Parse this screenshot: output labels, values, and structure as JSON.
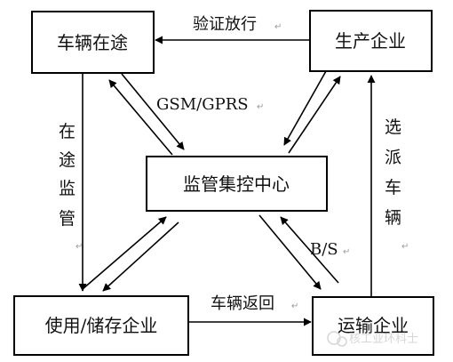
{
  "nodes": {
    "vehicle_in_transit": "车辆在途",
    "manufacturer": "生产企业",
    "monitoring_center": "监管集控中心",
    "user_storage": "使用/储存企业",
    "transport": "运输企业"
  },
  "edges": {
    "verify_release": "验证放行",
    "gsm_gprs": "GSM/GPRS",
    "bs": "B/S",
    "vehicle_return": "车辆返回",
    "in_transit_monitor": [
      "在",
      "途",
      "监",
      "管"
    ],
    "dispatch_vehicle": [
      "选",
      "派",
      "车",
      "辆"
    ]
  },
  "watermark": {
    "text": "核工业环科士"
  }
}
